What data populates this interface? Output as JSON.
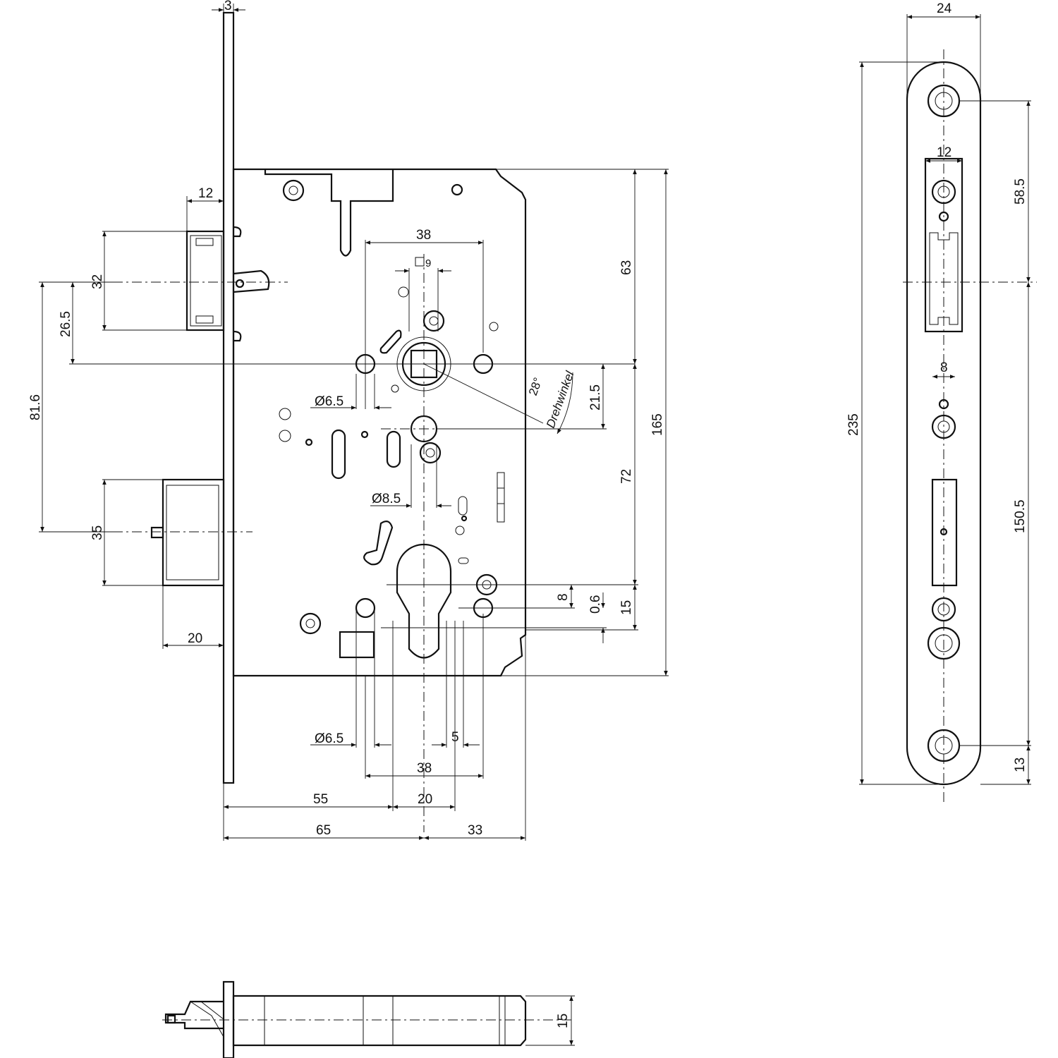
{
  "front_view": {
    "faceplate_thickness": "3",
    "latch_width": "12",
    "latch_height": "32",
    "latch_offset": "26.5",
    "backset_distance": "81.6",
    "deadbolt_height": "35",
    "deadbolt_throw": "20",
    "follower_spacing_top": "38",
    "follower_square": "9",
    "hole_dia_upper": "Ø6.5",
    "hole_dia_middle": "Ø8.5",
    "hole_dia_lower": "Ø6.5",
    "rotation_angle": "28°",
    "rotation_label": "Drehwinkel",
    "dim_63": "63",
    "dim_165": "165",
    "dim_21_5": "21.5",
    "dim_72": "72",
    "dim_8": "8",
    "dim_0_6": "0.6",
    "dim_15": "15",
    "dim_5": "5",
    "follower_spacing_bottom": "38",
    "dim_55": "55",
    "dim_20": "20",
    "dim_65": "65",
    "dim_33": "33"
  },
  "side_view": {
    "width": "24",
    "upper_slot_width": "12",
    "upper_distance": "58.5",
    "lower_slot_width": "8",
    "total_length": "235",
    "lower_distance": "150.5",
    "end_distance": "13"
  },
  "bottom_view": {
    "thickness": "15"
  }
}
